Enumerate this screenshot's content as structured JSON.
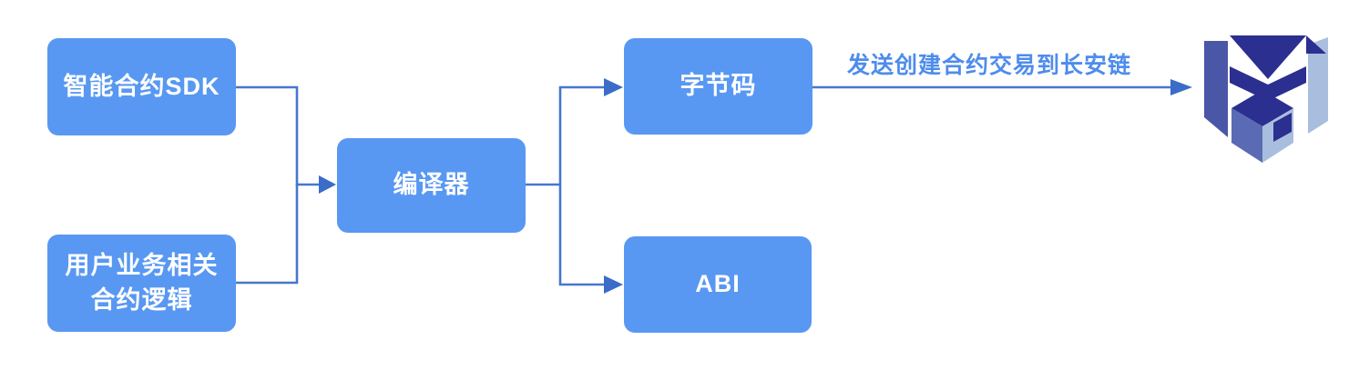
{
  "diagram": {
    "title": "smart-contract-compile-deploy-flow",
    "colors": {
      "background": "#ffffff",
      "node_fill": "#5898F2",
      "node_text": "#ffffff",
      "connector": "#4677CE",
      "arrowhead": "#3A6CC8",
      "edge_label": "#4E8CEC",
      "logo_navy": "#2B2F90",
      "logo_slate": "#4A57A6",
      "logo_mid": "#5A6AB4",
      "logo_light": "#A9BEDF"
    },
    "nodes": [
      {
        "id": "sdk",
        "label": "智能合约SDK"
      },
      {
        "id": "logic",
        "label": "用户业务相关\n合约逻辑"
      },
      {
        "id": "compiler",
        "label": "编译器"
      },
      {
        "id": "bytecode",
        "label": "字节码"
      },
      {
        "id": "abi",
        "label": "ABI"
      }
    ],
    "edges": [
      {
        "from": "智能合约SDK",
        "to": "编译器",
        "label": ""
      },
      {
        "from": "用户业务相关合约逻辑",
        "to": "编译器",
        "label": ""
      },
      {
        "from": "编译器",
        "to": "字节码",
        "label": ""
      },
      {
        "from": "编译器",
        "to": "ABI",
        "label": ""
      },
      {
        "from": "字节码",
        "to": "长安链",
        "label": "发送创建合约交易到长安链"
      }
    ],
    "edge_label": "发送创建合约交易到长安链",
    "logo": {
      "name": "chainmaker-cube-logo"
    }
  }
}
